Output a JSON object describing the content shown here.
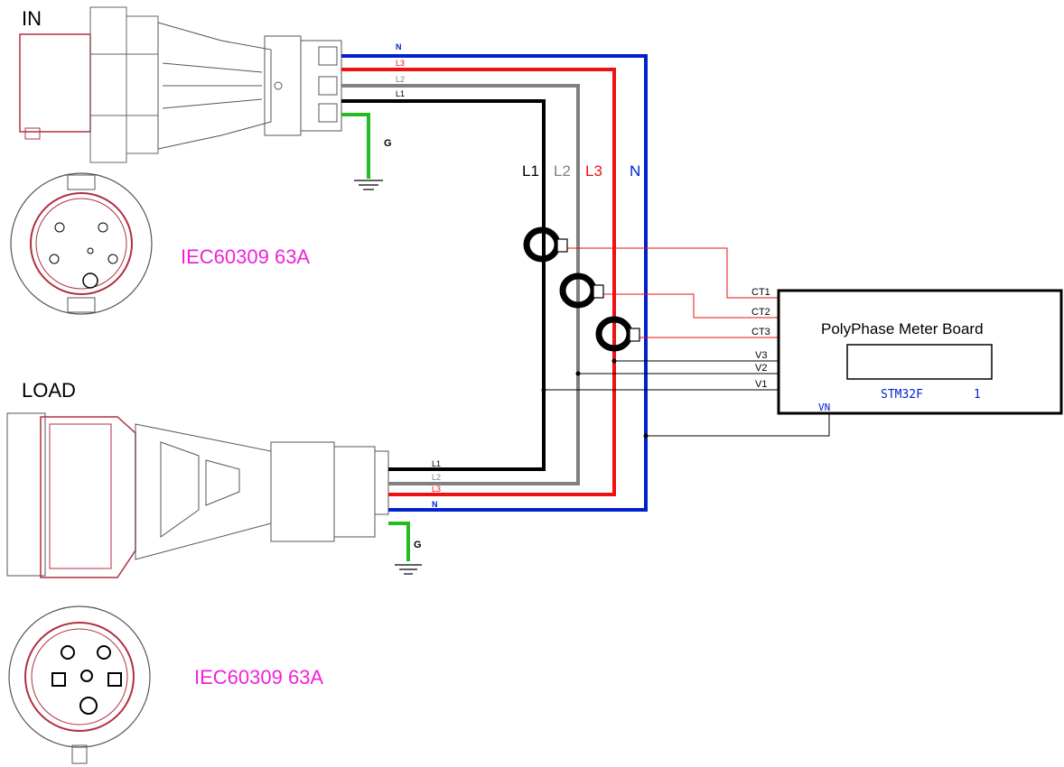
{
  "diagram": {
    "in_label": "IN",
    "load_label": "LOAD",
    "connector_in_label": "IEC60309 63A",
    "connector_load_label": "IEC60309 63A",
    "wire_labels_in": {
      "n": "N",
      "l3": "L3",
      "l2": "L2",
      "l1": "L1"
    },
    "wire_labels_load": {
      "l1": "L1",
      "l2": "L2",
      "l3": "L3",
      "n": "N"
    },
    "ground_label_in": "G",
    "ground_label_load": "G",
    "vertical_labels": {
      "l1": "L1",
      "l2": "L2",
      "l3": "L3",
      "n": "N"
    },
    "meter": {
      "title": "PolyPhase Meter Board",
      "chip_label": "STM32F",
      "chip_number": "1",
      "ports": {
        "ct1": "CT1",
        "ct2": "CT2",
        "ct3": "CT3",
        "v3": "V3",
        "v2": "V2",
        "v1": "V1",
        "vn": "VN"
      }
    },
    "colors": {
      "neutral": "#0022cc",
      "l3": "#ee1111",
      "l2": "#808080",
      "l1": "#000000",
      "ground": "#22bb22",
      "label_magenta": "#ee22dd",
      "connector_red": "#b03040"
    }
  }
}
